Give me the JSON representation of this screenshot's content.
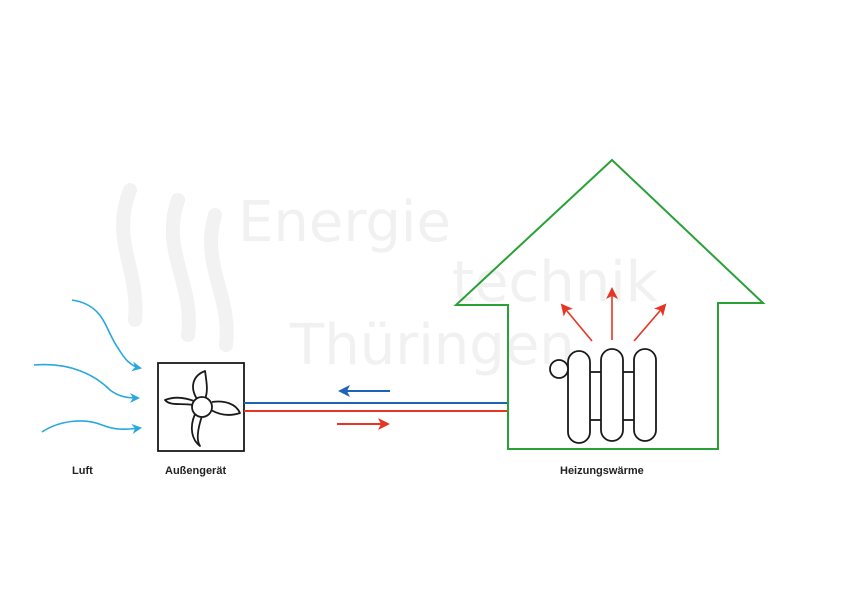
{
  "labels": {
    "air": "Luft",
    "outdoor_unit": "Außengerät",
    "heating": "Heizungswärme"
  },
  "watermark": {
    "line1": "Energie",
    "line2": "technik",
    "line3": "Thüringen"
  },
  "colors": {
    "air_arrow": "#29a8e0",
    "return_flow": "#1f63b6",
    "supply_flow": "#e53524",
    "house_outline": "#2aa137",
    "device": "#1a1a1a"
  },
  "icons": [
    "air-arrow-icon",
    "fan-icon",
    "radiator-icon",
    "heat-arrow-icon",
    "flame-watermark-icon"
  ]
}
